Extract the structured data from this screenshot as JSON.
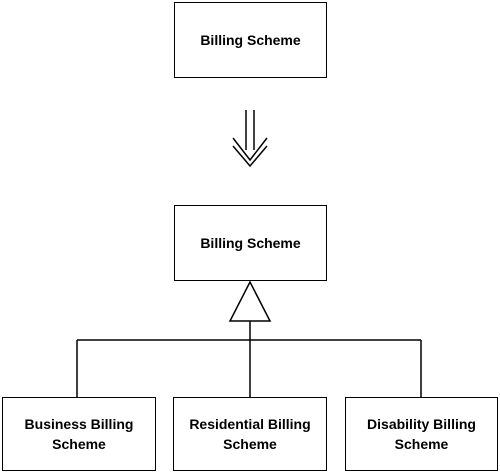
{
  "diagram": {
    "source_class": {
      "label": "Billing Scheme"
    },
    "transform_arrow": {
      "icon": "double-arrow-down-icon"
    },
    "superclass": {
      "label": "Billing Scheme"
    },
    "inheritance": {
      "icon": "hollow-triangle-icon"
    },
    "subclasses": [
      {
        "label": "Business Billing Scheme"
      },
      {
        "label": "Residential Billing Scheme"
      },
      {
        "label": "Disability Billing Scheme"
      }
    ],
    "colors": {
      "stroke": "#000000",
      "fill": "#ffffff"
    }
  }
}
